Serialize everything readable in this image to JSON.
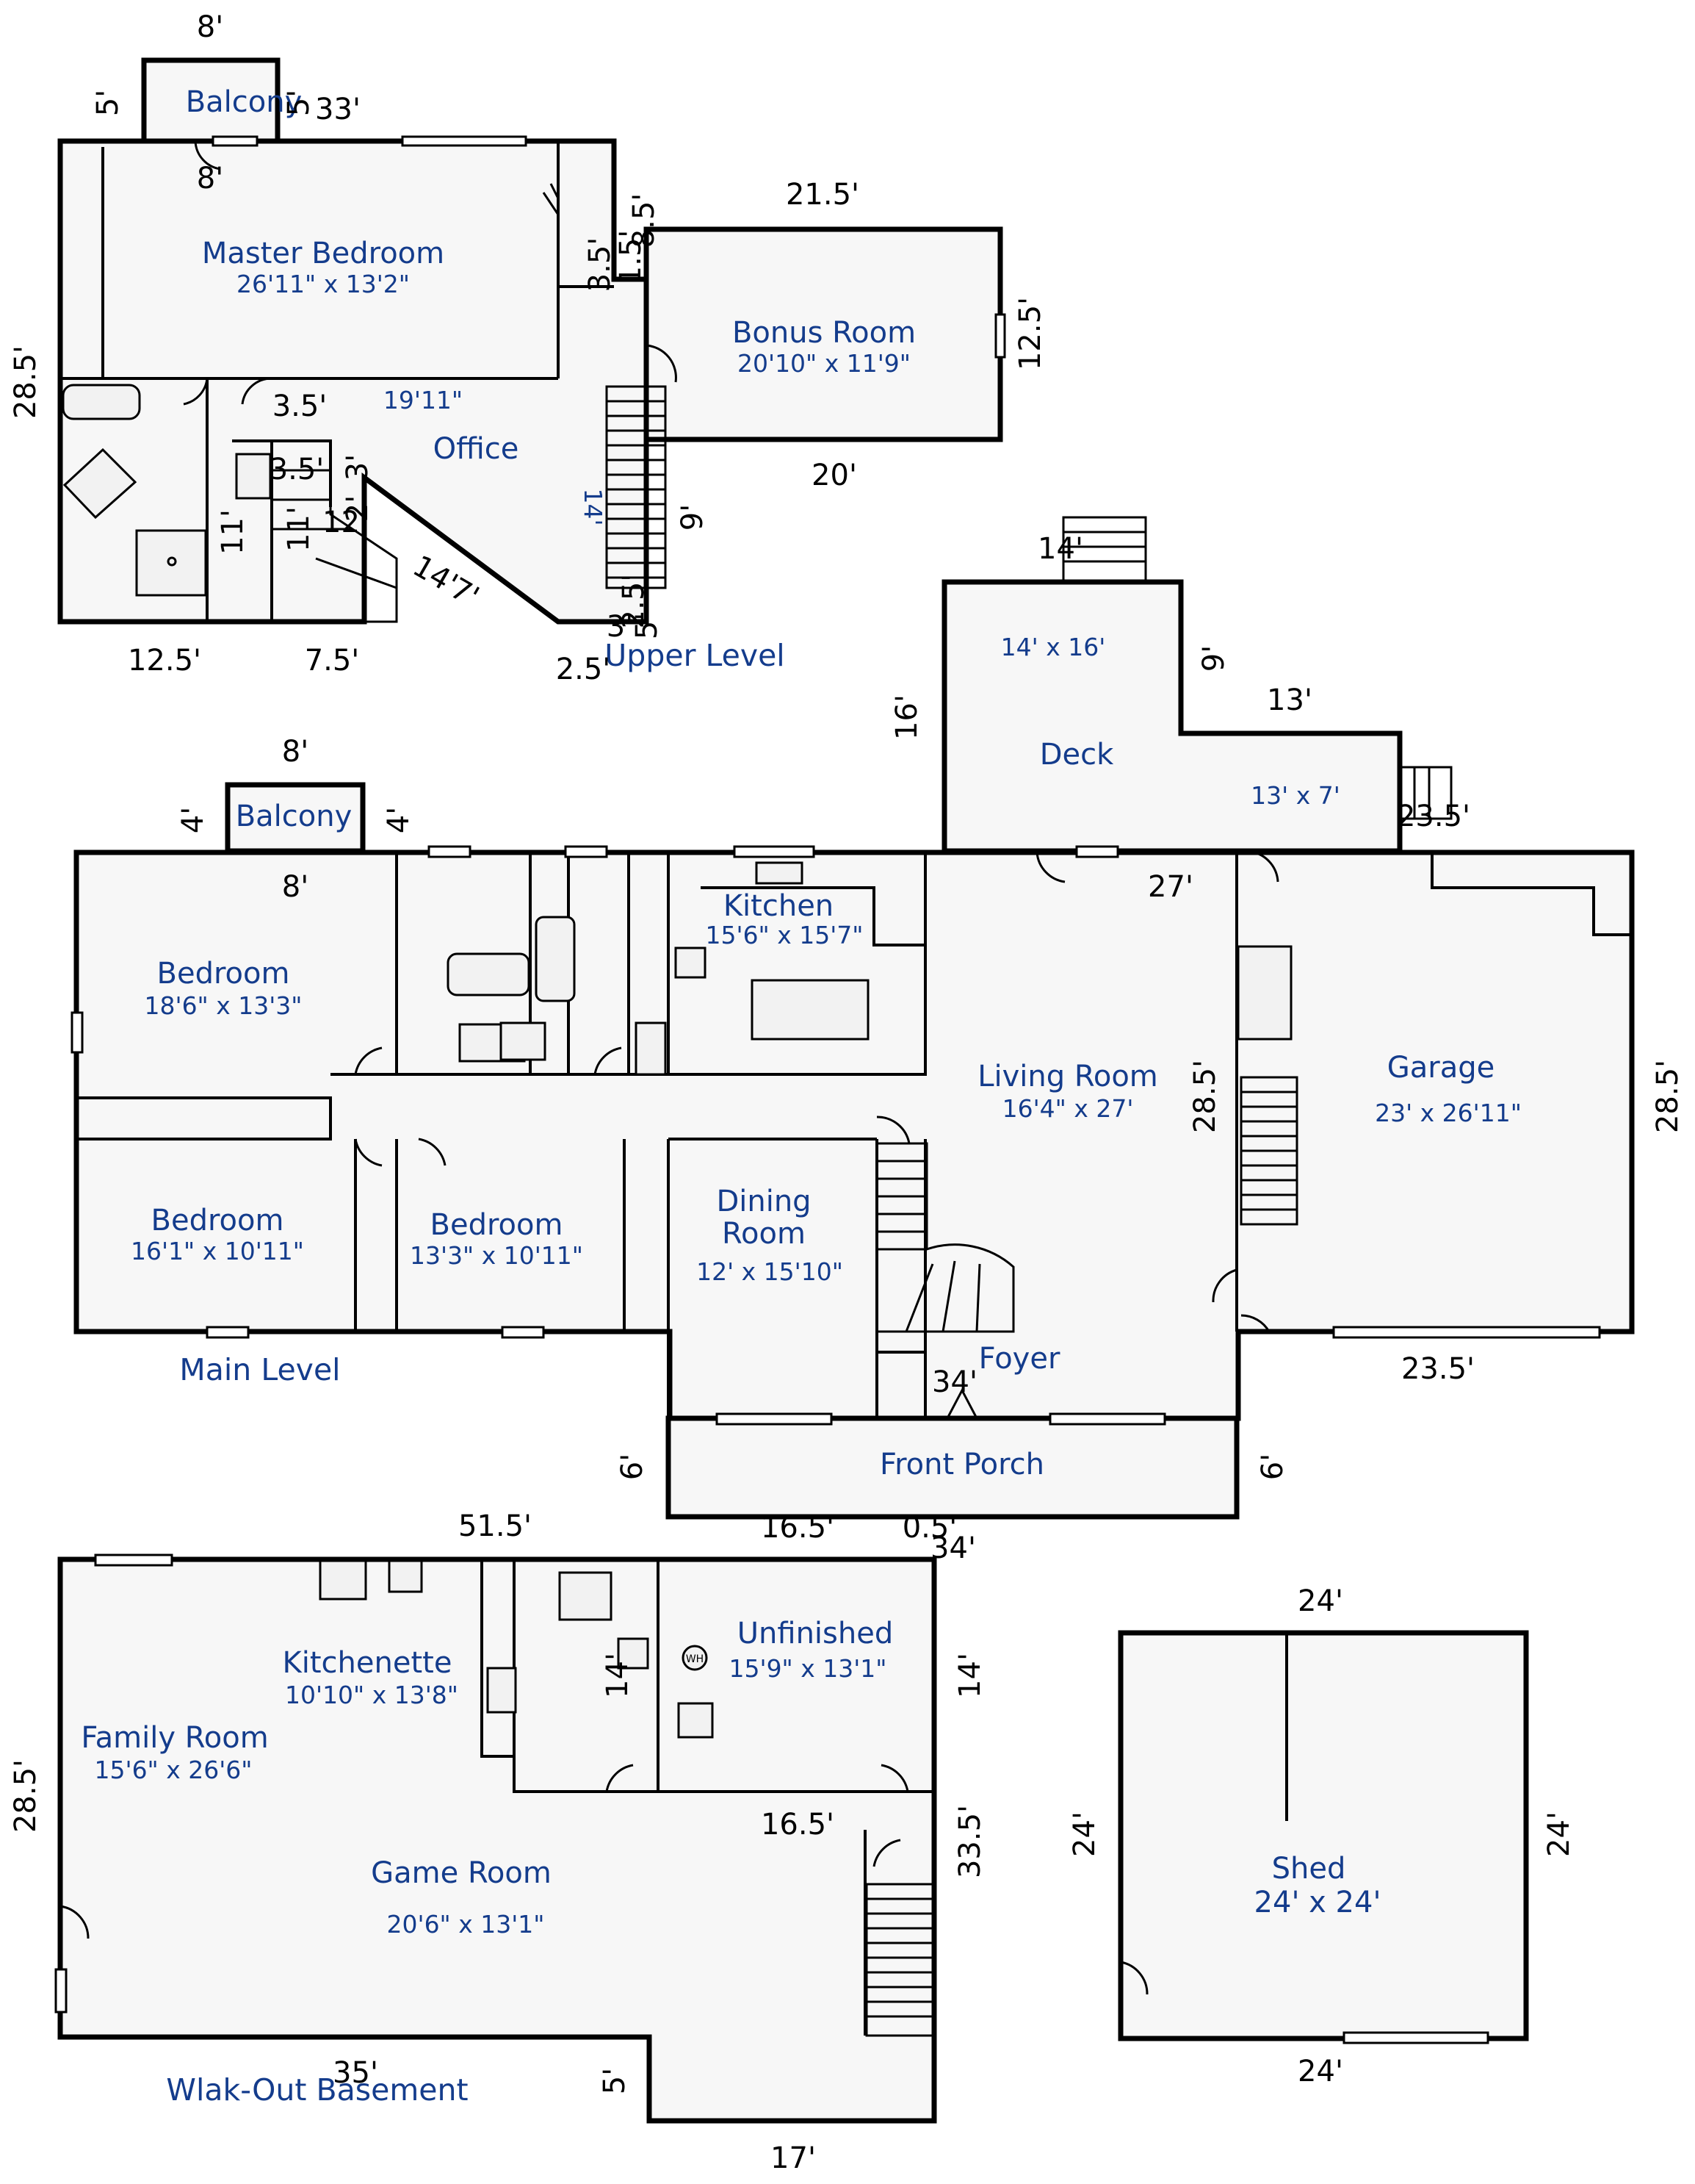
{
  "levels": {
    "upper": "Upper Level",
    "main": "Main Level",
    "basement": "Wlak-Out Basement"
  },
  "rooms": {
    "upper_balcony": {
      "name": "Balcony"
    },
    "master_bedroom": {
      "name": "Master Bedroom",
      "size": "26'11\" x 13'2\""
    },
    "bonus_room": {
      "name": "Bonus Room",
      "size": "20'10\" x 11'9\""
    },
    "office": {
      "name": "Office",
      "size": "19'11\"",
      "side": "14'"
    },
    "main_balcony": {
      "name": "Balcony"
    },
    "bedroom_1": {
      "name": "Bedroom",
      "size": "18'6\" x 13'3\""
    },
    "bedroom_2": {
      "name": "Bedroom",
      "size": "16'1\" x 10'11\""
    },
    "bedroom_3": {
      "name": "Bedroom",
      "size": "13'3\" x 10'11\""
    },
    "kitchen": {
      "name": "Kitchen",
      "size": "15'6\" x 15'7\""
    },
    "deck": {
      "name": "Deck",
      "size": "14' x 16'",
      "size2": "13' x 7'"
    },
    "living_room": {
      "name": "Living Room",
      "size": "16'4\" x 27'"
    },
    "garage": {
      "name": "Garage",
      "size": "23' x 26'11\""
    },
    "dining_room": {
      "name_line1": "Dining",
      "name_line2": "Room",
      "size": "12' x 15'10\""
    },
    "foyer": {
      "name": "Foyer"
    },
    "front_porch": {
      "name": "Front Porch"
    },
    "kitchenette": {
      "name": "Kitchenette",
      "size": "10'10\" x 13'8\""
    },
    "family_room": {
      "name": "Family Room",
      "size": "15'6\" x 26'6\""
    },
    "unfinished": {
      "name": "Unfinished",
      "size": "15'9\" x 13'1\"",
      "wh": "WH"
    },
    "game_room": {
      "name": "Game Room",
      "size": "20'6\" x 13'1\""
    },
    "shed": {
      "name": "Shed",
      "size": "24' x 24'"
    }
  },
  "dims": {
    "u_balc_top": "8'",
    "u_balc_left": "5'",
    "u_balc_right": "5'",
    "u_balc_bot": "8'",
    "u_33": "33'",
    "u_left": "28.5'",
    "u_bot_left": "12.5'",
    "u_bot_mid": "7.5'",
    "u_bot_right": "2.5'",
    "u_35a": "3.5'",
    "u_35b": "3.5'",
    "u_35c": "3.5'",
    "u_85": "8.5'",
    "u_15": "1.5'",
    "u_11a": "11'",
    "u_11b": "11'",
    "u_12": "12'",
    "u_2": "2'",
    "u_3": "3'",
    "u_14diag": "14'",
    "u_7": "7'",
    "u_9": "9'",
    "u_25": "2.5'",
    "u_5": "5'",
    "u_3b": "3'",
    "bonus_top": "21.5'",
    "bonus_right": "12.5'",
    "bonus_bot": "20'",
    "m_balc_top": "8'",
    "m_balc_left": "4'",
    "m_balc_right": "4'",
    "m_balc_bot": "8'",
    "deck_stair": "14'",
    "deck_left": "16'",
    "deck_9": "9'",
    "deck_13": "13'",
    "deck_235": "23.5'",
    "m_27": "27'",
    "m_285_mid": "28.5'",
    "m_285_right": "28.5'",
    "m_235_bot": "23.5'",
    "m_34a": "34'",
    "m_34b": "34'",
    "porch_left": "6'",
    "porch_right": "6'",
    "porch_165": "16.5'",
    "porch_05": "0.5'",
    "b_top": "51.5'",
    "b_left": "28.5'",
    "b_14a": "14'",
    "b_14b": "14'",
    "b_165": "16.5'",
    "b_335": "33.5'",
    "b_35": "35'",
    "b_5": "5'",
    "b_17": "17'",
    "shed_top": "24'",
    "shed_left": "24'",
    "shed_right": "24'",
    "shed_bot": "24'"
  }
}
